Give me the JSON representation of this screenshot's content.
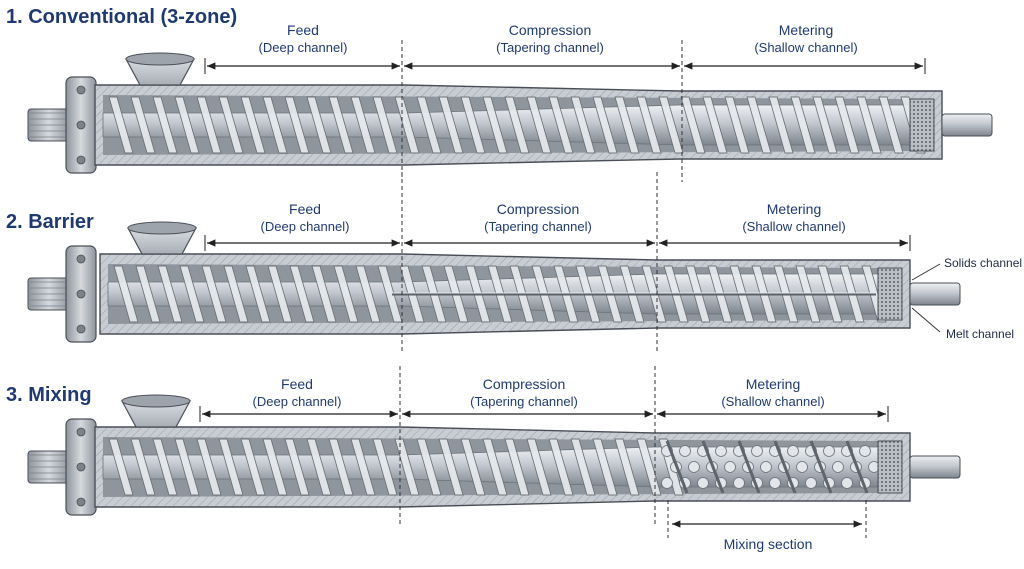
{
  "sections": [
    {
      "title": "1. Conventional (3-zone)",
      "zones": [
        {
          "name": "Feed",
          "sub": "(Deep channel)"
        },
        {
          "name": "Compression",
          "sub": "(Tapering channel)"
        },
        {
          "name": "Metering",
          "sub": "(Shallow channel)"
        }
      ]
    },
    {
      "title": "2. Barrier",
      "zones": [
        {
          "name": "Feed",
          "sub": "(Deep channel)"
        },
        {
          "name": "Compression",
          "sub": "(Tapering channel)"
        },
        {
          "name": "Metering",
          "sub": "(Shallow channel)"
        }
      ],
      "callouts": [
        "Solids channel",
        "Melt channel"
      ]
    },
    {
      "title": "3. Mixing",
      "zones": [
        {
          "name": "Feed",
          "sub": "(Deep channel)"
        },
        {
          "name": "Compression",
          "sub": "(Tapering channel)"
        },
        {
          "name": "Metering",
          "sub": "(Shallow channel)"
        }
      ],
      "extra_label": "Mixing section"
    }
  ],
  "colors": {
    "title": "#1f3a73",
    "barrel": "#cdd2d8",
    "screw": "#b8bec6",
    "flight": "#e6e9ed",
    "outline": "#4a4f57"
  }
}
